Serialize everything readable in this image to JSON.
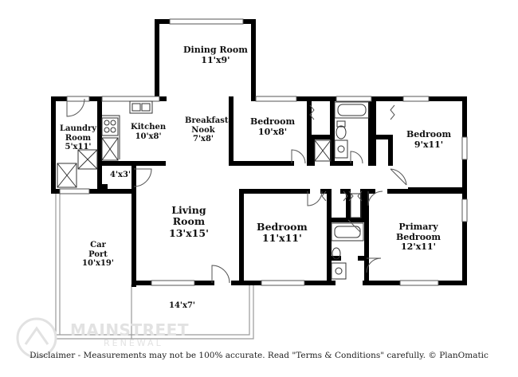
{
  "rooms": {
    "dining": {
      "name": "Dining Room",
      "dim": "11'x9'"
    },
    "breakfast_nook": {
      "name": "Breakfast Nook",
      "dim": "7'x8'"
    },
    "laundry": {
      "name": "Laundry Room",
      "dim": "5'x11'"
    },
    "kitchen": {
      "name": "Kitchen",
      "dim": "10'x8'"
    },
    "bedroom_a": {
      "name": "Bedroom",
      "dim": "10'x8'"
    },
    "bedroom_b": {
      "name": "Bedroom",
      "dim": "9'x11'"
    },
    "closet_small": {
      "dim": "4'x3'"
    },
    "living": {
      "name": "Living Room",
      "dim": "13'x15'"
    },
    "bedroom_c": {
      "name": "Bedroom",
      "dim": "11'x11'"
    },
    "primary": {
      "name": "Primary Bedroom",
      "dim": "12'x11'"
    },
    "carport": {
      "name": "Car Port",
      "dim": "10'x19'"
    },
    "patio": {
      "dim": "14'x7'"
    }
  },
  "watermark": {
    "brand": "MAINSTREET",
    "sub": "RENEWAL"
  },
  "disclaimer": "Disclaimer - Measurements may not be 100% accurate. Read \"Terms & Conditions\" carefully. © PlanOmatic"
}
